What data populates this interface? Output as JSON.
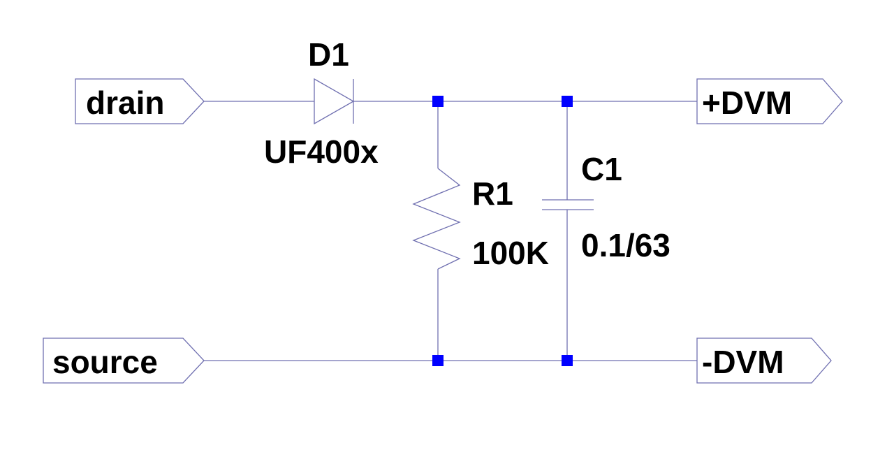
{
  "ports": {
    "drain": "drain",
    "source": "source",
    "plus_dvm": "+DVM",
    "minus_dvm": "-DVM"
  },
  "components": {
    "diode": {
      "ref": "D1",
      "value": "UF400x"
    },
    "resistor": {
      "ref": "R1",
      "value": "100K"
    },
    "capacitor": {
      "ref": "C1",
      "value": "0.1/63"
    }
  },
  "colors": {
    "wire": "#6f6fb0",
    "junction": "#0000ff",
    "text": "#000000"
  }
}
